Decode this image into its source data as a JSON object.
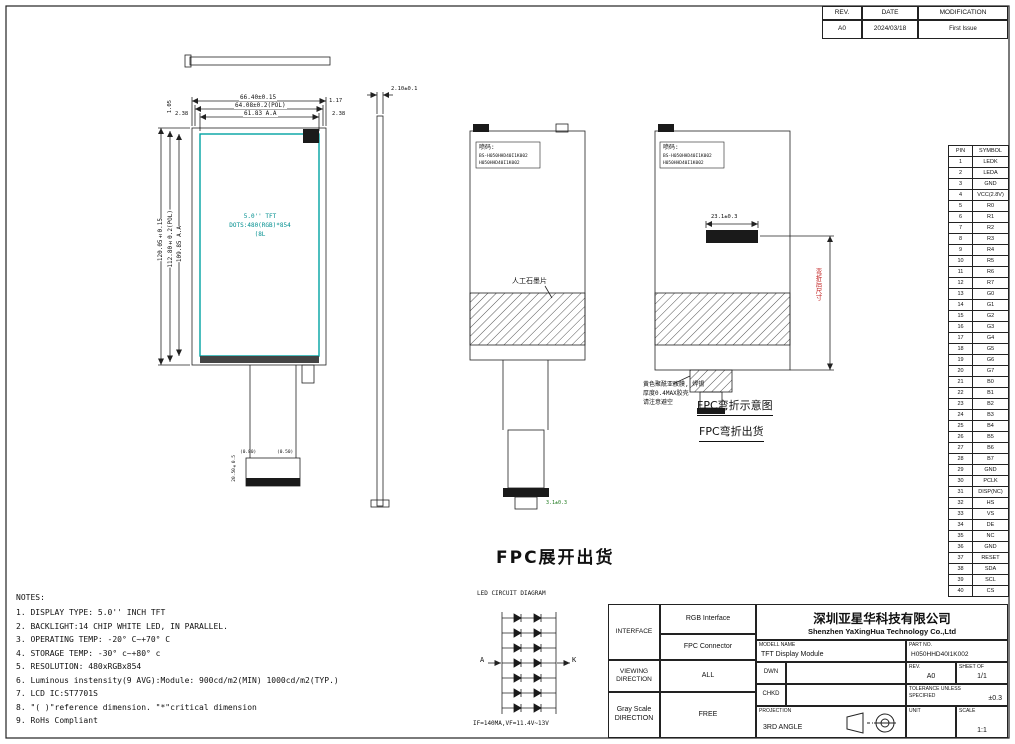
{
  "revision_table": {
    "headers": [
      "REV.",
      "DATE",
      "MODIFICATION"
    ],
    "row": [
      "A0",
      "2024/03/18",
      "First Issue"
    ]
  },
  "pin_table": {
    "headers": [
      "PIN",
      "SYMBOL"
    ],
    "rows": [
      [
        "1",
        "LEDK"
      ],
      [
        "2",
        "LEDA"
      ],
      [
        "3",
        "GND"
      ],
      [
        "4",
        "VCC(2.8V)"
      ],
      [
        "5",
        "R0"
      ],
      [
        "6",
        "R1"
      ],
      [
        "7",
        "R2"
      ],
      [
        "8",
        "R3"
      ],
      [
        "9",
        "R4"
      ],
      [
        "10",
        "R5"
      ],
      [
        "11",
        "R6"
      ],
      [
        "12",
        "R7"
      ],
      [
        "13",
        "G0"
      ],
      [
        "14",
        "G1"
      ],
      [
        "15",
        "G2"
      ],
      [
        "16",
        "G3"
      ],
      [
        "17",
        "G4"
      ],
      [
        "18",
        "G5"
      ],
      [
        "19",
        "G6"
      ],
      [
        "20",
        "G7"
      ],
      [
        "21",
        "B0"
      ],
      [
        "22",
        "B1"
      ],
      [
        "23",
        "B2"
      ],
      [
        "24",
        "B3"
      ],
      [
        "25",
        "B4"
      ],
      [
        "26",
        "B5"
      ],
      [
        "27",
        "B6"
      ],
      [
        "28",
        "B7"
      ],
      [
        "29",
        "GND"
      ],
      [
        "30",
        "PCLK"
      ],
      [
        "31",
        "DISP(NC)"
      ],
      [
        "32",
        "HS"
      ],
      [
        "33",
        "VS"
      ],
      [
        "34",
        "DE"
      ],
      [
        "35",
        "NC"
      ],
      [
        "36",
        "GND"
      ],
      [
        "37",
        "RESET"
      ],
      [
        "38",
        "SDA"
      ],
      [
        "39",
        "SCL"
      ],
      [
        "40",
        "CS"
      ]
    ]
  },
  "notes": {
    "title": "NOTES:",
    "items": [
      "1. DISPLAY TYPE: 5.0'' INCH TFT",
      "2. BACKLIGHT:14 CHIP WHITE LED, IN PARALLEL.",
      "3. OPERATING TEMP: -20° C~+70° C",
      "4. STORAGE TEMP: -30° c~+80° c",
      "5. RESOLUTION: 480xRGBx854",
      "6. Luminous instensity(9 AVG):Module: 900cd/m2(MIN)  1000cd/m2(TYP.)",
      "7. LCD IC:ST7701S",
      "8. \"( )\"reference dimension. \"*\"critical dimension",
      "9. RoHs Compliant"
    ]
  },
  "drawings": {
    "front": {
      "dim_width_outer": "66.40±0.15",
      "dim_width_pol": "64.08±0.2(POL)",
      "dim_width_aa": "61.83 A.A",
      "dim_right_1": "1.17",
      "dim_right_2": "2.38",
      "dim_left_1": "2.38",
      "dim_left_2": "1.05",
      "dim_height_outer": "120.05±0.15",
      "dim_height_pol": "112.80±0.2(POL)",
      "dim_height_aa": "109.85 A.A",
      "screen_line1": "5.0'' TFT",
      "screen_line2": "DOTS:480(RGB)*854",
      "screen_line3": "(8L",
      "dim_tail_a": "(0.80)",
      "dim_tail_b": "(0.50)",
      "dim_tail_left": "20.50±0.5"
    },
    "side": {
      "dim_thickness": "2.10±0.1"
    },
    "back1": {
      "spray_label": "喷码:",
      "spray_line1": "BS-H050HHD40I1K002",
      "spray_line2": "H050HHD40I1K002",
      "graphite_label": "人工石墨片",
      "dim_green": "3.1±0.3"
    },
    "back2": {
      "spray_label": "喷码:",
      "spray_line1": "BS-H050HHD40I1K002",
      "spray_line2": "H050HHD40I1K002",
      "note_line1": "黄色聚酰亚胺膜, 焊锡",
      "note_line2": "厚度0.4MAX胶壳",
      "note_line3": "请注意避空",
      "dim_top": "23.1±0.3",
      "red_note": "弯折后尺寸",
      "caption1": "FPC弯折示意图",
      "caption2": "FPC弯折出货"
    },
    "fpc_flat_caption": "FPC展开出货"
  },
  "led_diagram": {
    "title": "LED CIRCUIT DIAGRAM",
    "terminal_a": "A",
    "terminal_k": "K",
    "caption": "IF=140MA,VF=11.4V~13V"
  },
  "title_block": {
    "interface_label": "INTERFACE",
    "interface_row1": "RGB Interface",
    "interface_row2": "FPC Connector",
    "viewing_label": "VIEWING DIRECTION",
    "viewing_value": "ALL",
    "gray_label": "Gray Scale DIRECTION",
    "gray_value": "FREE",
    "company_cn": "深圳亚星华科技有限公司",
    "company_en": "Shenzhen YaXingHua Technology Co.,Ltd",
    "model_name_label": "MODELL NAME",
    "model_name": "TFT Display Module",
    "part_no_label": "PART NO.",
    "part_no": "H050HHD40I1K002",
    "dwn_label": "DWN",
    "chkd_label": "CHKD",
    "rev_label": "REV.",
    "rev_value": "A0",
    "sheet_label": "SHEET OF",
    "sheet_value": "1/1",
    "tolerance_label1": "TOLERANCE UNLESS",
    "tolerance_label2": "SPECIFIED",
    "tolerance_value": "±0.3",
    "projection_label": "PROJECTION",
    "projection_value": "3RD ANGLE",
    "unit_label": "UNIT",
    "unit_value": "",
    "scale_label": "SCALE",
    "scale_value": "1:1"
  }
}
